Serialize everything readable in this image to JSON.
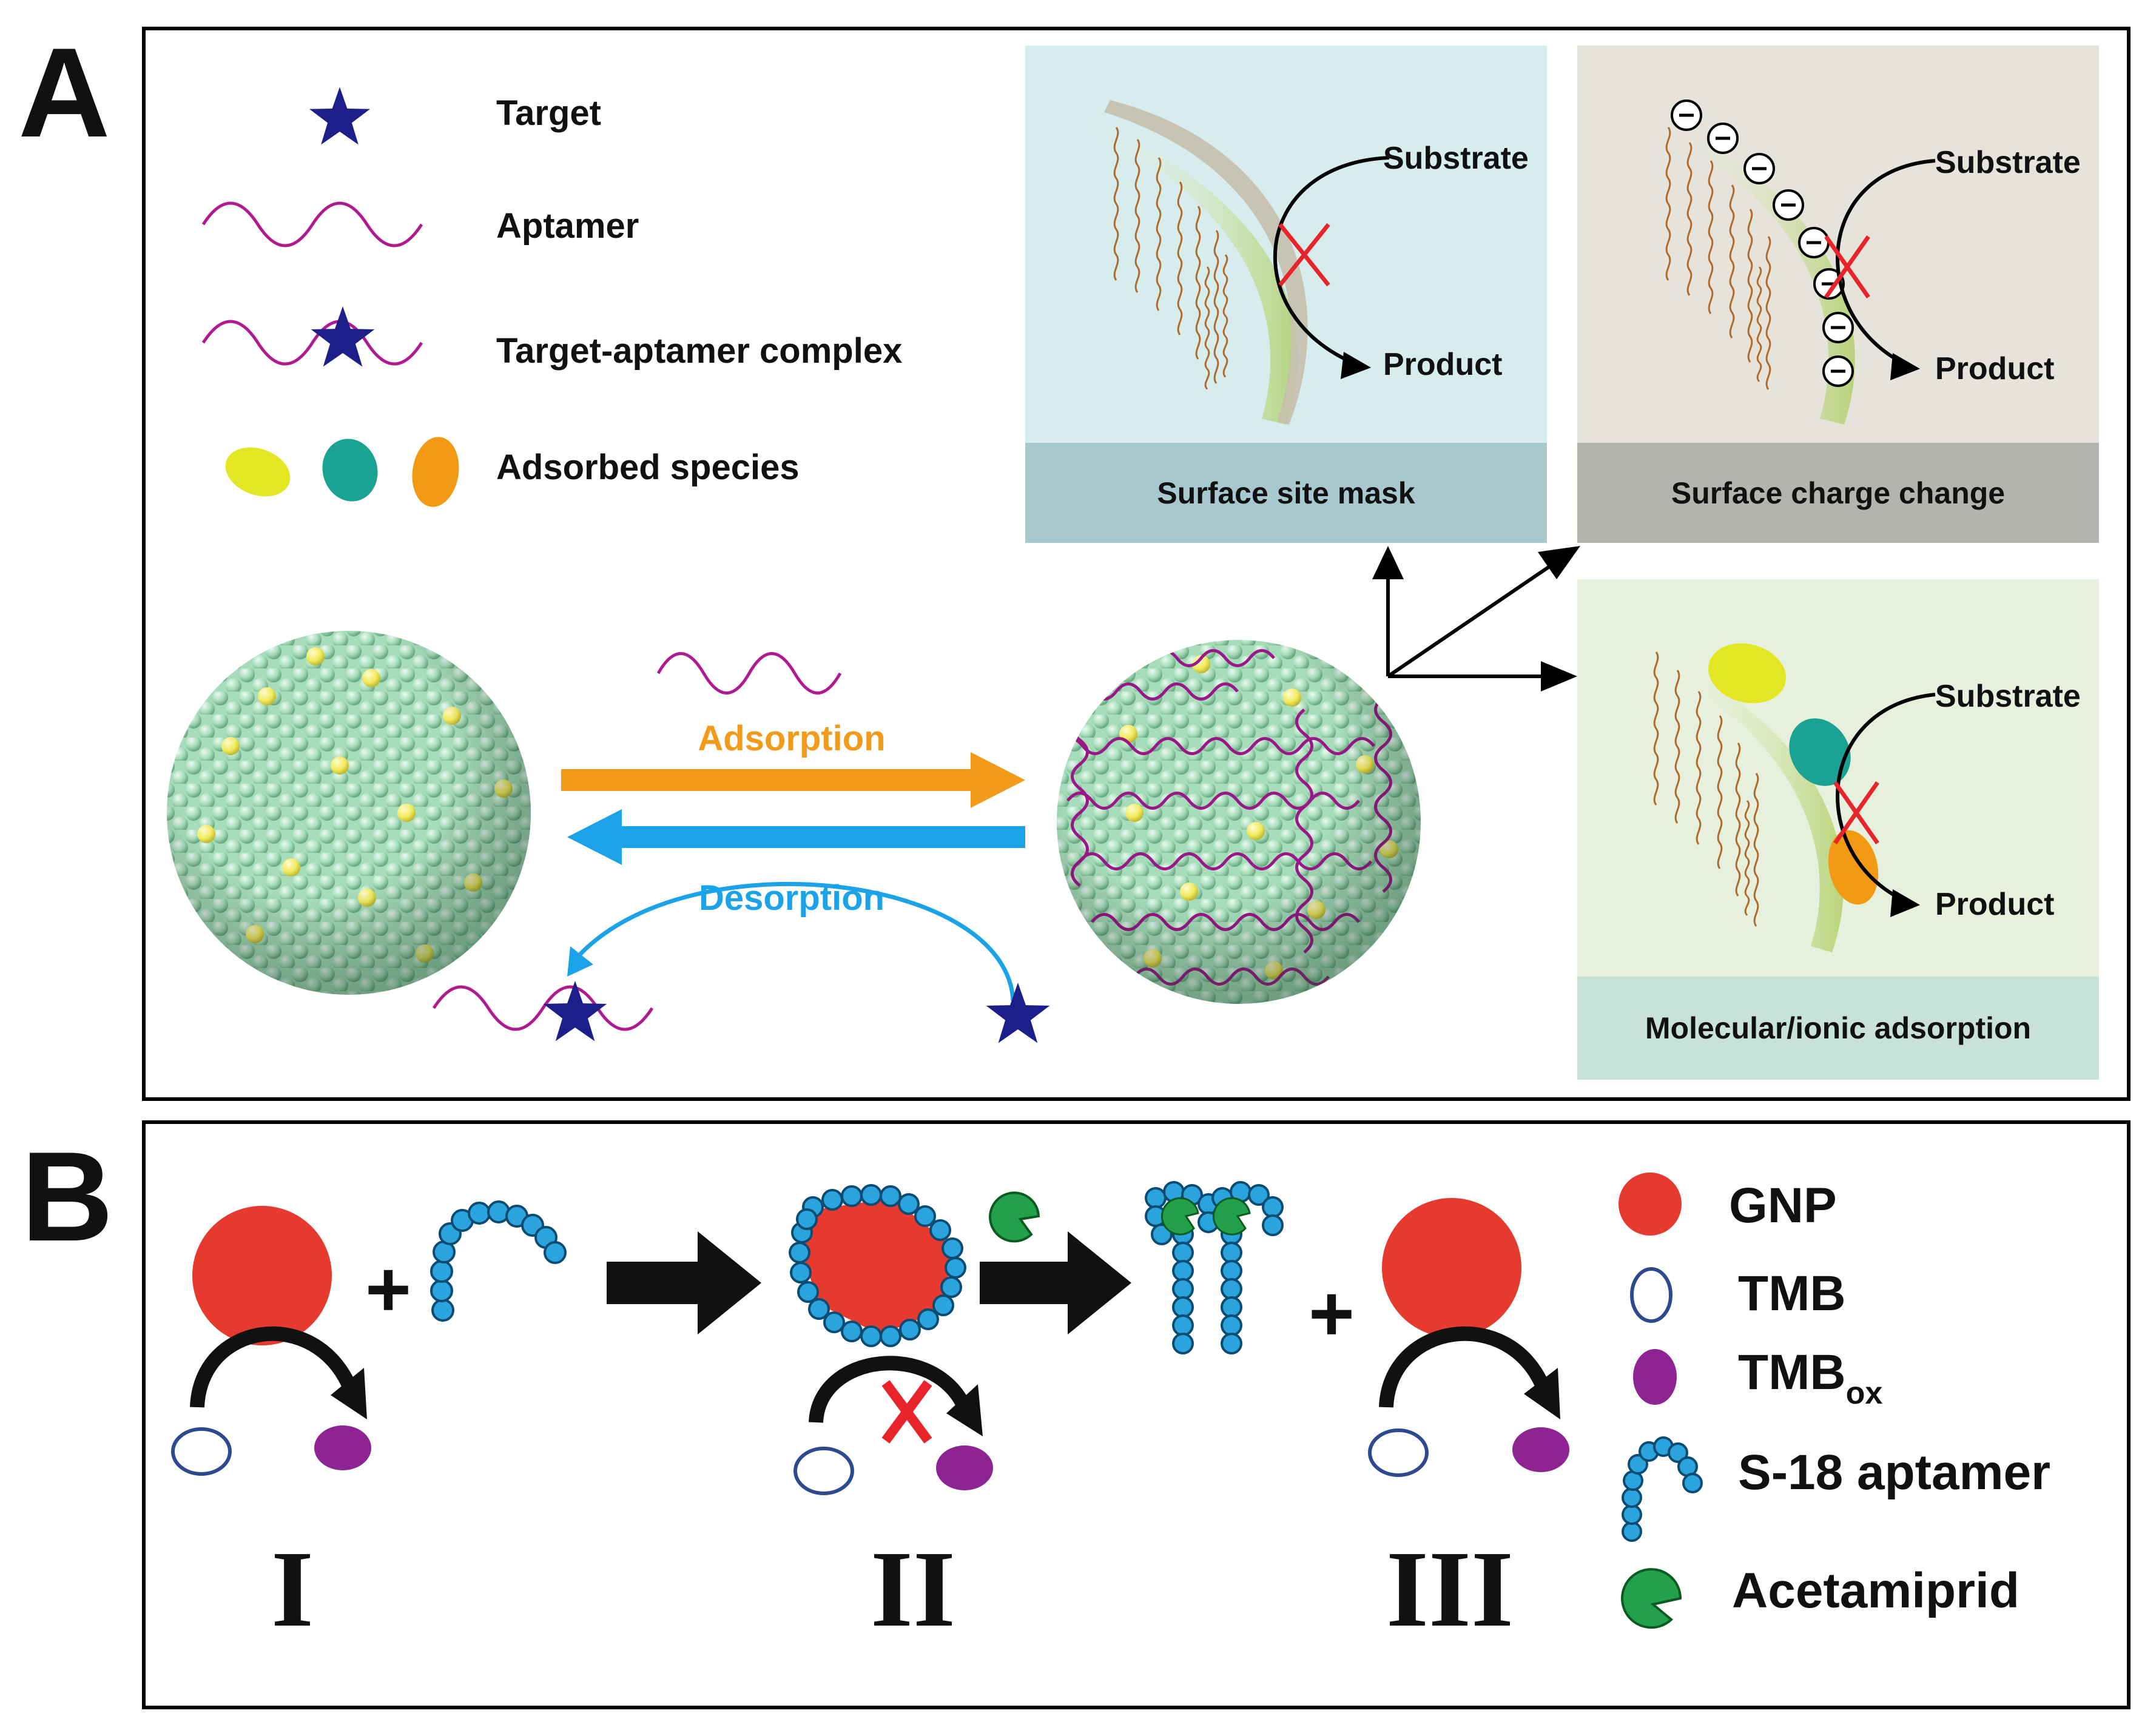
{
  "panel_a": {
    "letter": "A",
    "legend": {
      "target": "Target",
      "aptamer": "Aptamer",
      "complex": "Target-aptamer complex",
      "adsorbed": "Adsorbed species"
    },
    "process": {
      "adsorption": "Adsorption",
      "desorption": "Desorption"
    },
    "mechanisms": {
      "mask": {
        "substrate": "Substrate",
        "product": "Product",
        "title": "Surface site mask"
      },
      "charge": {
        "substrate": "Substrate",
        "product": "Product",
        "title": "Surface charge change"
      },
      "molecular": {
        "substrate": "Substrate",
        "product": "Product",
        "title": "Molecular/ionic adsorption"
      }
    }
  },
  "panel_b": {
    "letter": "B",
    "plus": "+",
    "stage_labels": [
      "I",
      "II",
      "III"
    ],
    "legend": {
      "gnp": "GNP",
      "tmb": "TMB",
      "tmbox_main": "TMB",
      "tmbox_sub": "ox",
      "aptamer": "S-18 aptamer",
      "acetamiprid": "Acetamiprid"
    }
  },
  "colors": {
    "star": "#1c1f8a",
    "aptamer": "#b0198f",
    "adsorption": "#f29a1a",
    "desorption": "#1aa3e8",
    "nanoparticle": "#a6dcb9",
    "gnp": "#e63a2e",
    "tmb_ox": "#8e2394",
    "aptamer_beads": "#2ba3dc",
    "acetamiprid": "#23a04a",
    "block_cross": "#e8232a"
  }
}
